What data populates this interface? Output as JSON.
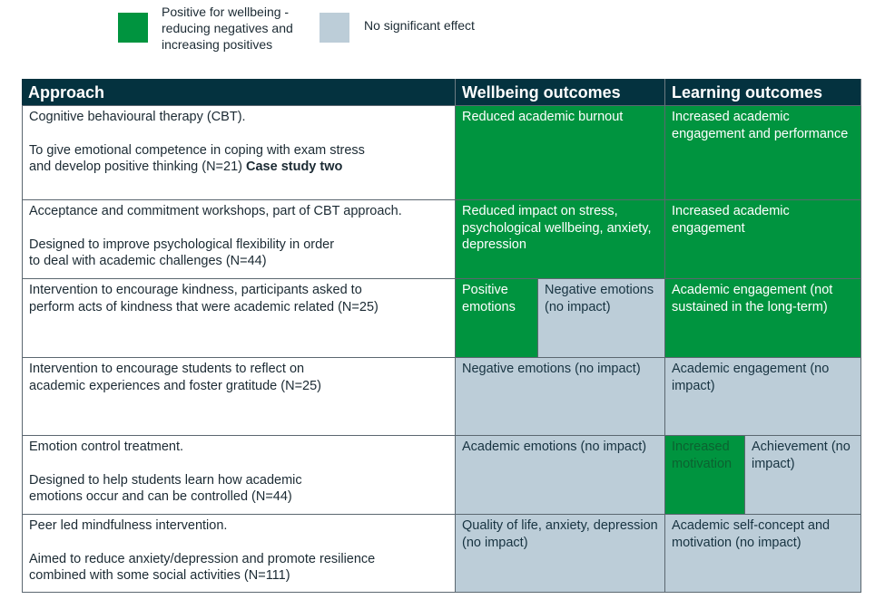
{
  "legend": [
    {
      "label_lines": [
        "Positive for wellbeing -",
        "reducing negatives and",
        "increasing positives"
      ],
      "color": "#00943f"
    },
    {
      "label_lines": [
        "No significant effect"
      ],
      "color": "#bccdd8"
    }
  ],
  "table": {
    "headers": [
      "Approach",
      "Wellbeing outcomes",
      "Learning outcomes"
    ],
    "rows": [
      {
        "approach": [
          "Cognitive behavioural therapy (CBT).",
          "To give emotional competence in coping with exam stress",
          "and develop positive thinking (N=21)"
        ],
        "approach_bold": "Case study two",
        "wellbeing": [
          {
            "text": "Reduced academic burnout",
            "effect": "positive"
          }
        ],
        "learning": [
          {
            "text": "Increased academic engagement and performance",
            "effect": "positive"
          }
        ]
      },
      {
        "approach": [
          "Acceptance and commitment workshops, part of CBT approach.",
          "Designed to improve psychological flexibility in order",
          "to deal with academic challenges (N=44)"
        ],
        "wellbeing": [
          {
            "text": "Reduced impact on stress, psychological wellbeing, anxiety, depression",
            "effect": "positive"
          }
        ],
        "learning": [
          {
            "text": "Increased academic engagement",
            "effect": "positive"
          }
        ]
      },
      {
        "approach": [
          "Intervention to encourage kindness, participants asked to",
          "perform acts of kindness that were academic related (N=25)"
        ],
        "wellbeing": [
          {
            "text": "Positive emotions",
            "effect": "positive"
          },
          {
            "text": "Negative emotions (no impact)",
            "effect": "none"
          }
        ],
        "learning": [
          {
            "text": "Academic engagement (not sustained in the long-term)",
            "effect": "positive"
          }
        ]
      },
      {
        "approach": [
          "Intervention to encourage students to reflect on",
          "academic experiences and foster gratitude (N=25)"
        ],
        "wellbeing": [
          {
            "text": "Negative emotions (no impact)",
            "effect": "none"
          }
        ],
        "learning": [
          {
            "text": "Academic engagement (no impact)",
            "effect": "none"
          }
        ]
      },
      {
        "approach": [
          "Emotion control treatment.",
          "Designed to help students learn how academic",
          "emotions occur and can be controlled (N=44)"
        ],
        "wellbeing": [
          {
            "text": "Academic emotions (no impact)",
            "effect": "none"
          }
        ],
        "learning": [
          {
            "text": "Increased motivation",
            "effect": "positive"
          },
          {
            "text": "Achievement (no impact)",
            "effect": "none"
          }
        ]
      },
      {
        "approach": [
          "Peer led mindfulness intervention.",
          "Aimed to reduce anxiety/depression and promote resilience",
          "combined with some social activities (N=111)"
        ],
        "wellbeing": [
          {
            "text": "Quality of life, anxiety, depression (no impact)",
            "effect": "none"
          }
        ],
        "learning": [
          {
            "text": "Academic self-concept and motivation (no impact)",
            "effect": "none"
          }
        ]
      }
    ]
  }
}
